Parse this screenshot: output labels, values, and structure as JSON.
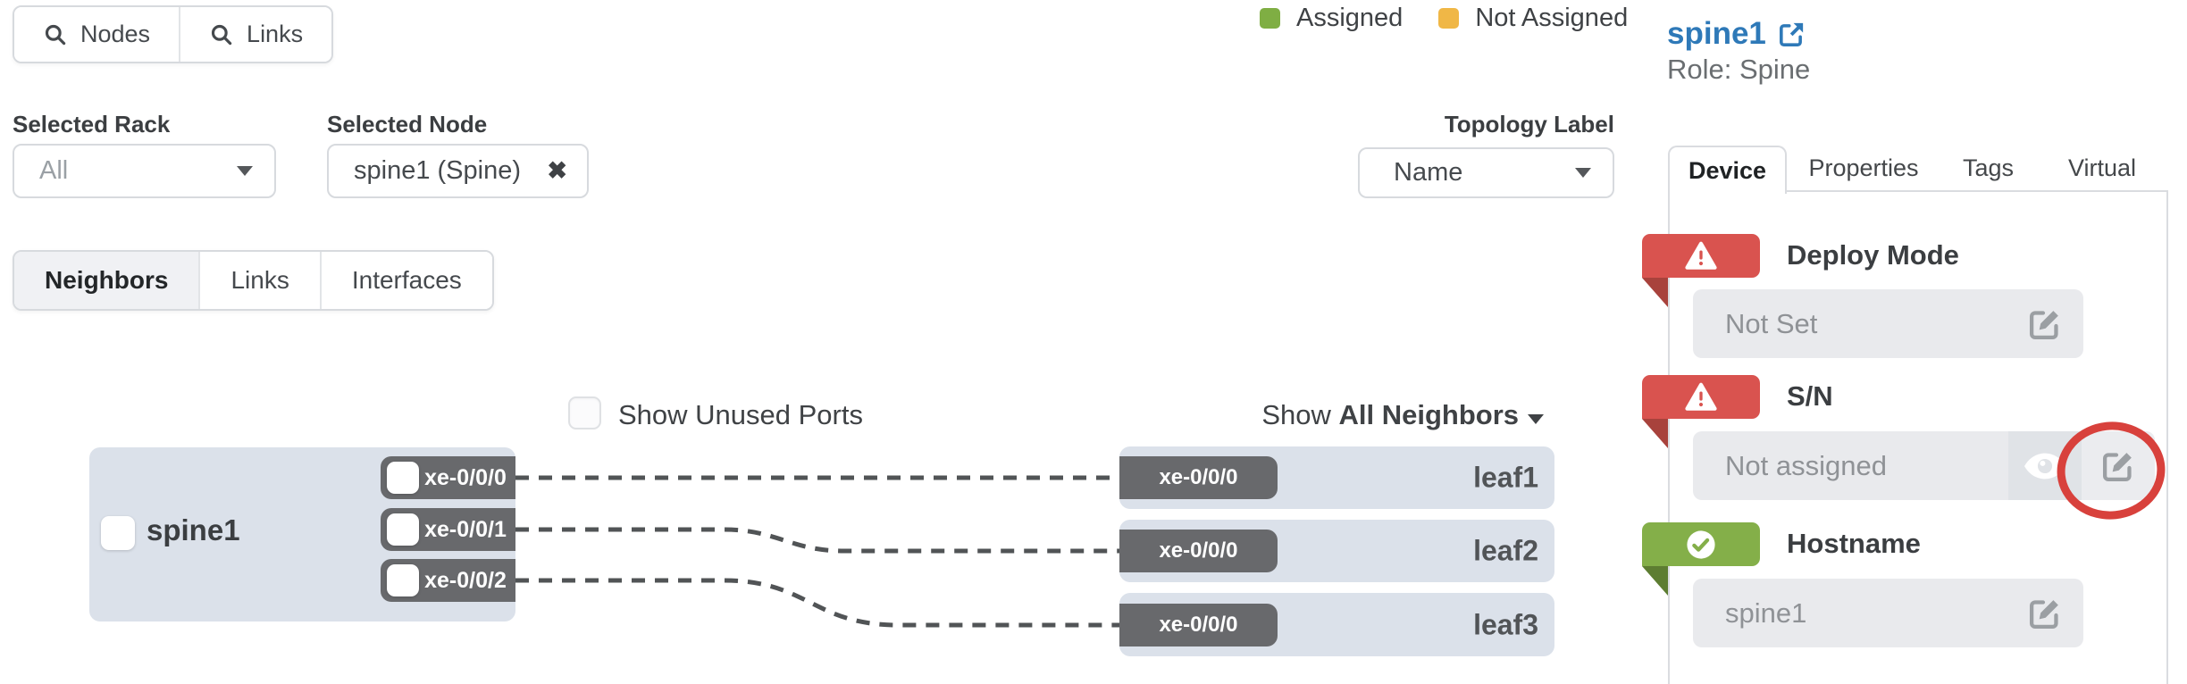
{
  "header": {
    "search_tabs": [
      {
        "label": "Nodes"
      },
      {
        "label": "Links"
      }
    ],
    "legend": {
      "assigned": "Assigned",
      "not_assigned": "Not Assigned",
      "assigned_color": "#7fae43",
      "not_assigned_color": "#f0b746"
    },
    "selected_rack": {
      "label": "Selected Rack",
      "value": "All"
    },
    "selected_node": {
      "label": "Selected Node",
      "value": "spine1 (Spine)",
      "clear_glyph": "✖"
    },
    "topology_label": {
      "label": "Topology Label",
      "value": "Name"
    }
  },
  "node_header": {
    "title": "spine1",
    "role": "Role: Spine",
    "link_color": "#2e79b8"
  },
  "view_tabs": [
    {
      "label": "Neighbors"
    },
    {
      "label": "Links"
    },
    {
      "label": "Interfaces"
    }
  ],
  "toolbar": {
    "show_unused_ports": "Show Unused Ports",
    "show_prefix": "Show",
    "show_filter": "All Neighbors"
  },
  "topology": {
    "spine": {
      "name": "spine1",
      "ports": [
        "xe-0/0/0",
        "xe-0/0/1",
        "xe-0/0/2"
      ]
    },
    "neighbors": [
      {
        "name": "leaf1",
        "port": "xe-0/0/0"
      },
      {
        "name": "leaf2",
        "port": "xe-0/0/0"
      },
      {
        "name": "leaf3",
        "port": "xe-0/0/0"
      }
    ]
  },
  "detail_tabs": [
    {
      "label": "Device"
    },
    {
      "label": "Properties"
    },
    {
      "label": "Tags"
    },
    {
      "label": "Virtual"
    }
  ],
  "device_panel": {
    "sections": [
      {
        "title": "Deploy Mode",
        "status": "warning",
        "value": "Not Set"
      },
      {
        "title": "S/N",
        "status": "warning",
        "value": "Not assigned",
        "annotated": true
      },
      {
        "title": "Hostname",
        "status": "ok",
        "value": "spine1"
      }
    ]
  },
  "colors": {
    "warning_red": "#d9534f",
    "warning_fold": "#a8423c",
    "ok_green": "#84af49",
    "ok_fold": "#5d7d32",
    "annotation_circle": "#d8413c",
    "node_box": "#dbe1ea",
    "port_chip": "#68696c",
    "field_bg": "#e9eaed"
  }
}
